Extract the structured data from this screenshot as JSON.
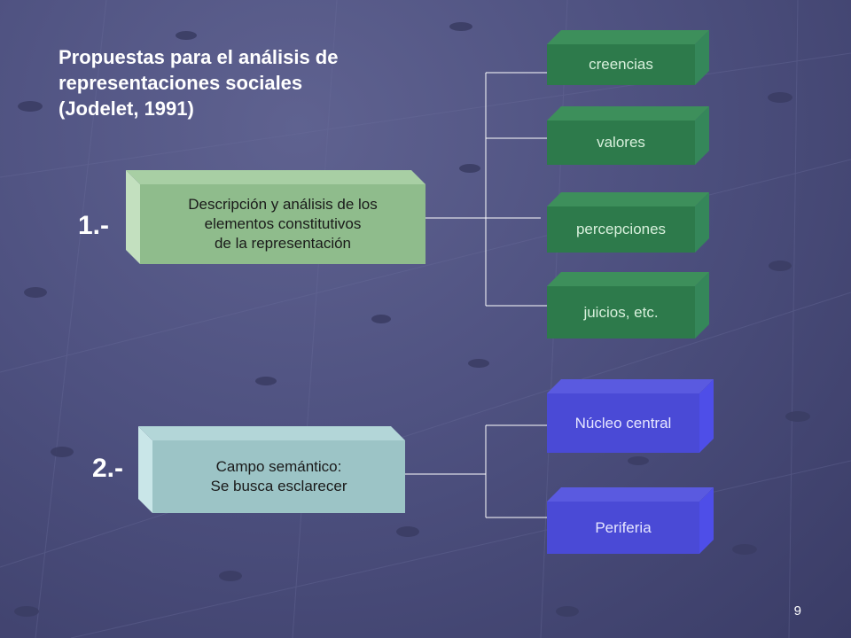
{
  "slide": {
    "title_lines": [
      "Propuestas  para el análisis de",
      "representaciones sociales",
      "(Jodelet, 1991)"
    ],
    "page_number": "9"
  },
  "diagram": {
    "section1": {
      "number": "1.-",
      "box_lines": [
        "Descripción y análisis de los",
        "elementos constitutivos",
        "de la representación"
      ],
      "items": [
        "creencias",
        "valores",
        "percepciones",
        "juicios, etc."
      ]
    },
    "section2": {
      "number": "2.-",
      "box_lines": [
        "Campo semántico:",
        "Se busca esclarecer"
      ],
      "items": [
        "Núcleo central",
        "Periferia"
      ]
    }
  },
  "colors": {
    "box1_front": "#8fbc8c",
    "box1_top": "#a8cfa4",
    "box1_side": "#c3e0bf",
    "box2_front": "#9cc4c6",
    "box2_top": "#b3d6d8",
    "box2_side": "#c9e6e8",
    "leaf_green_front": "#2d7a4b",
    "leaf_green_top": "#3d8f5b",
    "leaf_green_side": "#35875a",
    "leaf_blue_front": "#4a4ad6",
    "leaf_blue_top": "#5a5ae0",
    "leaf_blue_side": "#4e4ee8",
    "connector": "#ffffff"
  }
}
